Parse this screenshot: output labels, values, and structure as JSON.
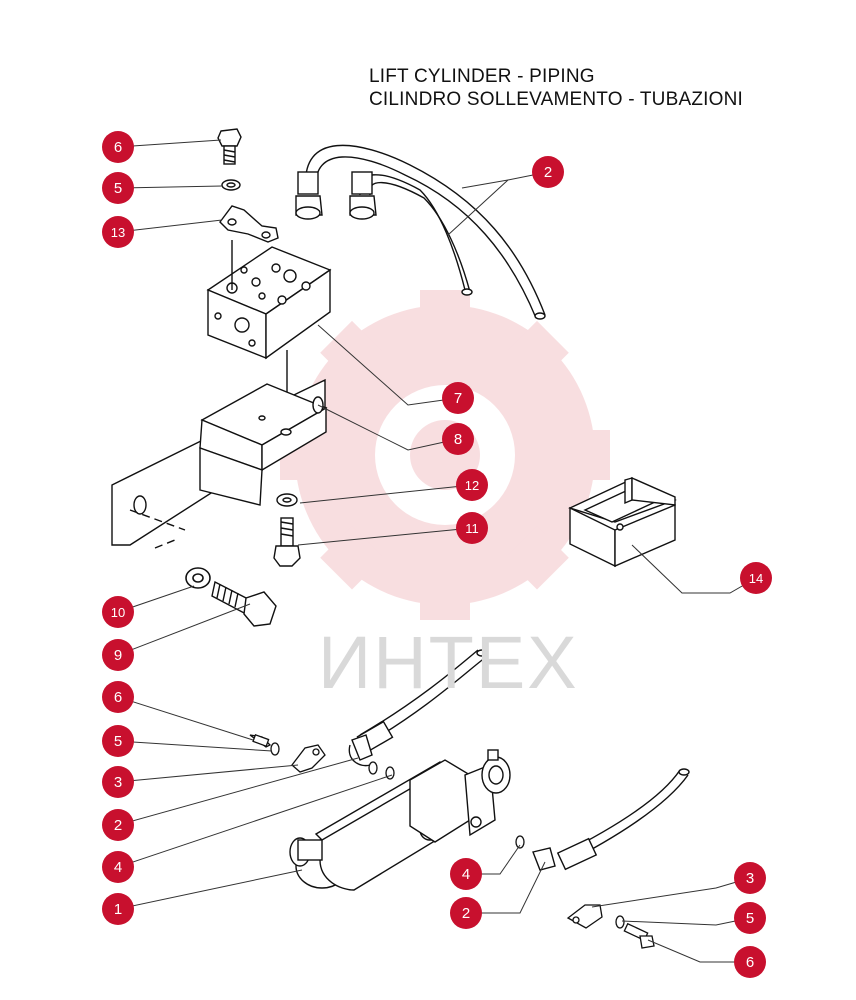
{
  "header": {
    "title_en": "LIFT CYLINDER - PIPING",
    "title_it": "CILINDRO SOLLEVAMENTO - TUBAZIONI"
  },
  "watermark": {
    "text": "ИНТЕХ",
    "color": "#f3c4c8"
  },
  "callout_style": {
    "fill": "#c8102e",
    "text": "#ffffff"
  },
  "callouts": [
    {
      "id": "c6-top",
      "label": "6"
    },
    {
      "id": "c5-top",
      "label": "5"
    },
    {
      "id": "c13",
      "label": "13"
    },
    {
      "id": "c2-top",
      "label": "2"
    },
    {
      "id": "c7",
      "label": "7"
    },
    {
      "id": "c8",
      "label": "8"
    },
    {
      "id": "c12",
      "label": "12"
    },
    {
      "id": "c11",
      "label": "11"
    },
    {
      "id": "c14",
      "label": "14"
    },
    {
      "id": "c10",
      "label": "10"
    },
    {
      "id": "c9",
      "label": "9"
    },
    {
      "id": "c6-mid",
      "label": "6"
    },
    {
      "id": "c5-mid",
      "label": "5"
    },
    {
      "id": "c3-mid",
      "label": "3"
    },
    {
      "id": "c2-mid",
      "label": "2"
    },
    {
      "id": "c4-left",
      "label": "4"
    },
    {
      "id": "c1",
      "label": "1"
    },
    {
      "id": "c4-right",
      "label": "4"
    },
    {
      "id": "c2-right",
      "label": "2"
    },
    {
      "id": "c3-right",
      "label": "3"
    },
    {
      "id": "c5-right",
      "label": "5"
    },
    {
      "id": "c6-right",
      "label": "6"
    }
  ]
}
